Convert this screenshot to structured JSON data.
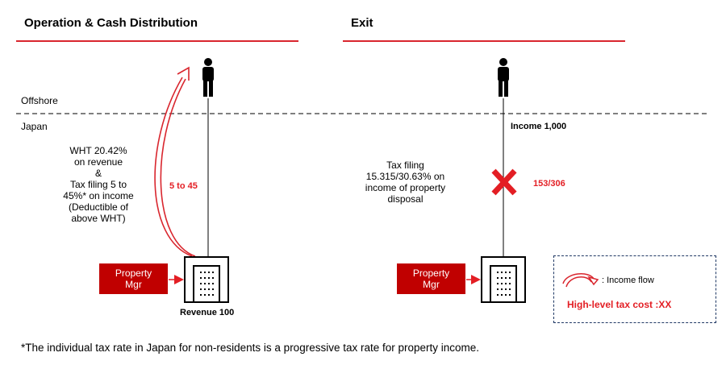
{
  "sections": {
    "left_title": "Operation & Cash Distribution",
    "right_title": "Exit"
  },
  "regions": {
    "offshore": "Offshore",
    "japan": "Japan"
  },
  "left": {
    "note_lines": [
      "WHT 20.42%",
      "on revenue",
      "&",
      "Tax filing 5 to",
      "45%* on income",
      "(Deductible of",
      "above WHT)"
    ],
    "rate": "5 to 45",
    "manager": [
      "Property",
      "Mgr"
    ],
    "revenue": "Revenue 100"
  },
  "right": {
    "income": "Income 1,000",
    "note_lines": [
      "Tax filing",
      "15.315/30.63% on",
      "income of property",
      "disposal"
    ],
    "rate": "153/306",
    "manager": [
      "Property",
      "Mgr"
    ]
  },
  "legend": {
    "income_flow": ": Income flow",
    "tax_cost": "High-level tax cost :XX"
  },
  "footnote": "*The individual tax rate in Japan for non-residents is a progressive tax rate for property income.",
  "colors": {
    "accent_red": "#d9262e",
    "manager_fill": "#c00000",
    "legend_border": "#1f3864"
  }
}
